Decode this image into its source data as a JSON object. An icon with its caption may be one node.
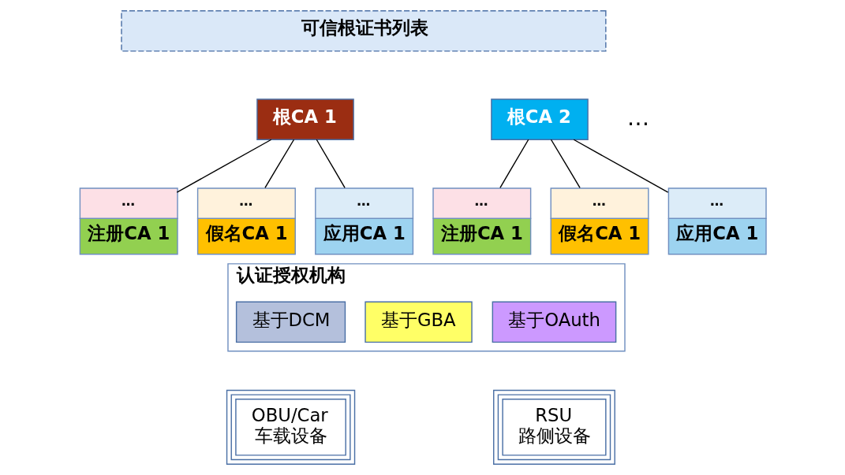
{
  "diagram": {
    "nodes": [
      {
        "text": [
          "可信根证书列表"
        ]
      },
      {
        "text": [
          "根CA 1"
        ]
      },
      {
        "text": [
          "根CA 2"
        ]
      },
      {
        "text": [
          "…",
          "注册CA 1"
        ]
      },
      {
        "text": [
          "…",
          "假名CA 1"
        ]
      },
      {
        "text": [
          "…",
          "应用CA 1"
        ]
      },
      {
        "text": [
          "…",
          "注册CA 1"
        ]
      },
      {
        "text": [
          "…",
          "假名CA 1"
        ]
      },
      {
        "text": [
          "…",
          "应用CA 1"
        ]
      },
      {
        "text": [
          "认证授权机构"
        ]
      },
      {
        "text": [
          "基于DCM"
        ],
        "in": 9
      },
      {
        "text": [
          "基于GBA"
        ],
        "in": 9
      },
      {
        "text": [
          "基于OAuth"
        ],
        "in": 9
      },
      {
        "text": [
          "OBU/Car",
          "车载设备"
        ]
      },
      {
        "text": [
          "RSU",
          "路侧设备"
        ]
      }
    ],
    "edges": [
      {
        "from": 1,
        "to": 3,
        "arrow": "none"
      },
      {
        "from": 1,
        "to": 4,
        "arrow": "none"
      },
      {
        "from": 1,
        "to": 5,
        "arrow": "none"
      },
      {
        "from": 2,
        "to": 6,
        "arrow": "none"
      },
      {
        "from": 2,
        "to": 7,
        "arrow": "none"
      },
      {
        "from": 2,
        "to": 8,
        "arrow": "none"
      }
    ],
    "labels": [
      "…"
    ]
  }
}
